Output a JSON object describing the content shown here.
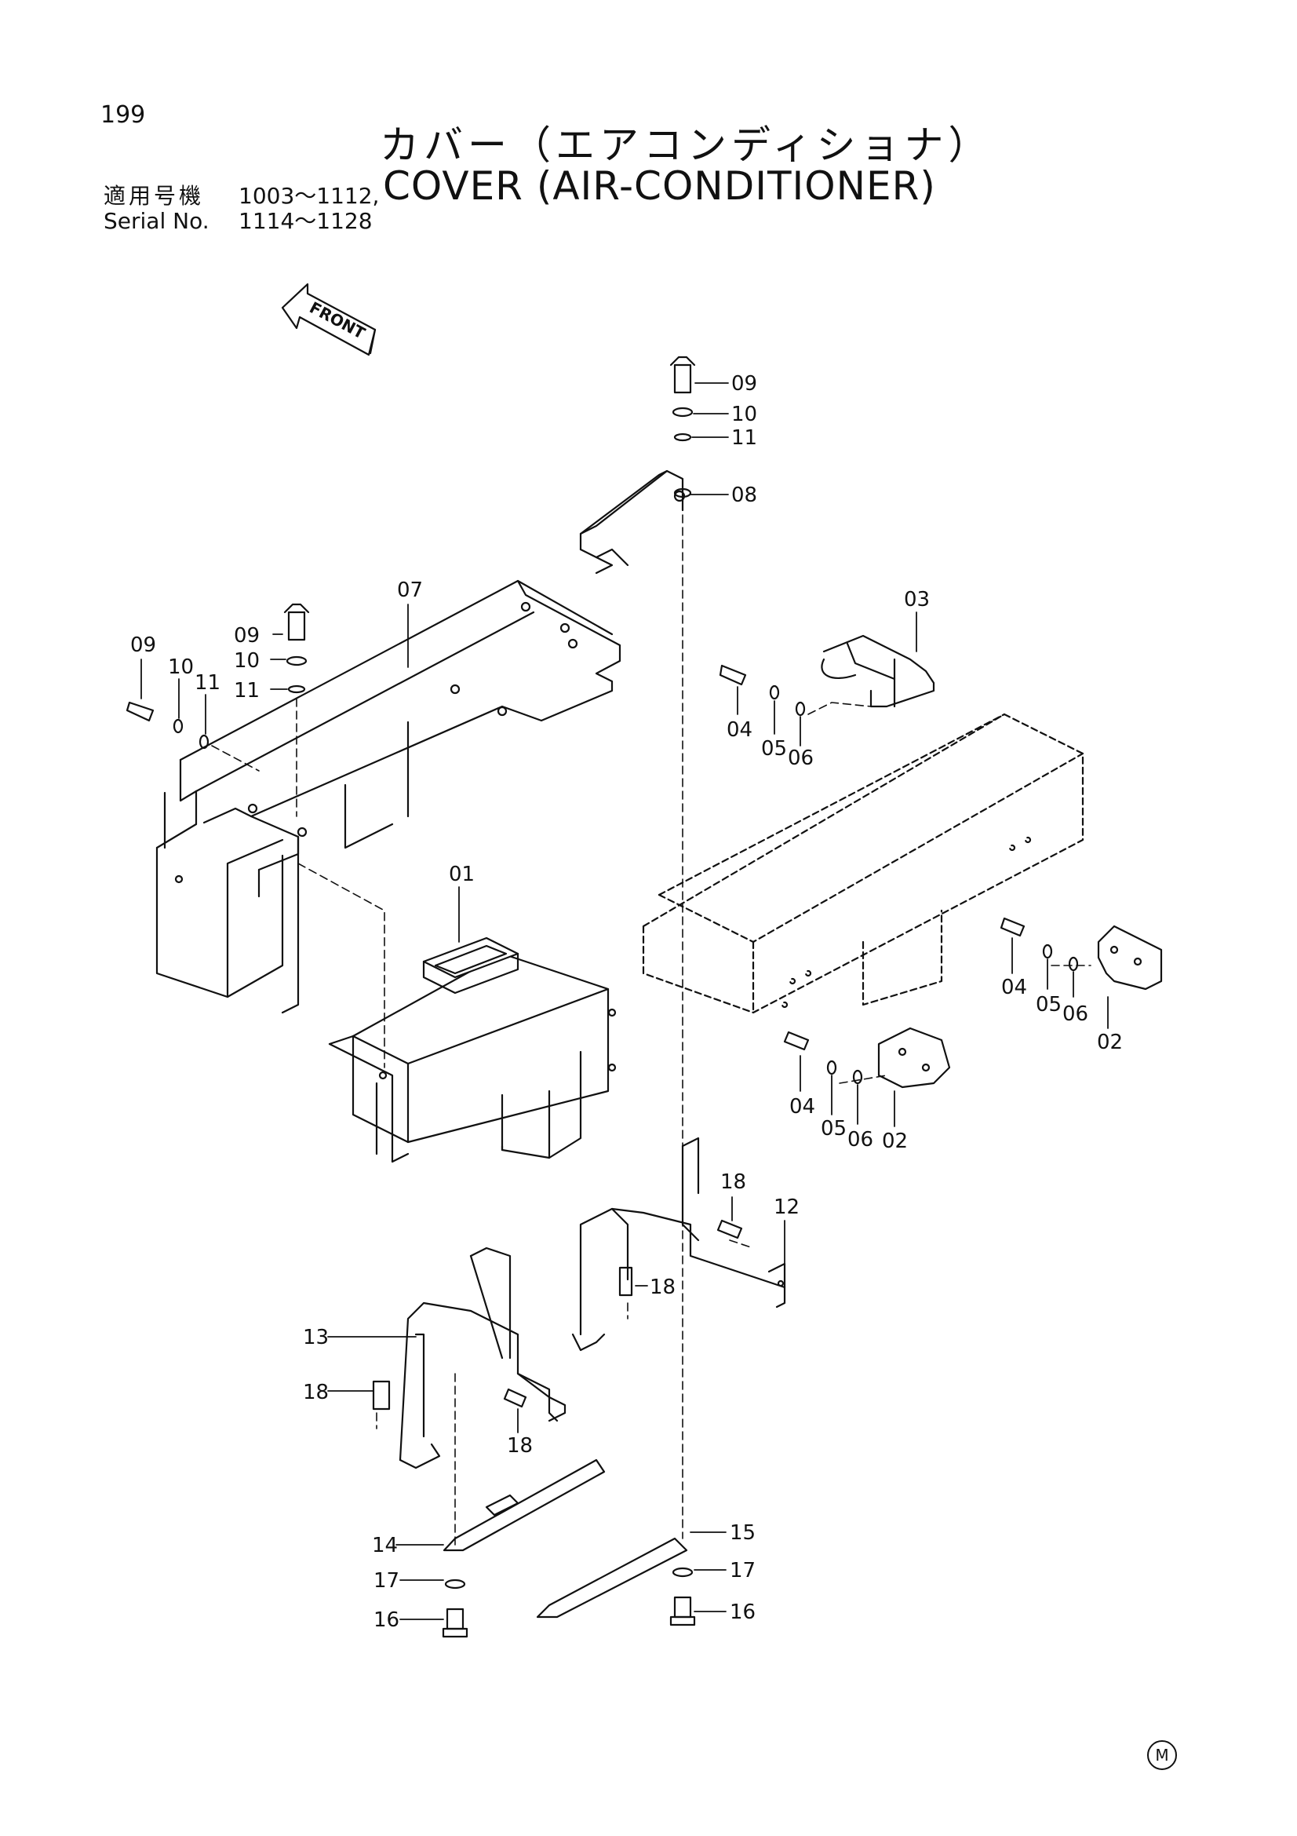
{
  "header": {
    "page_number": "199",
    "title_jp": "カバー（エアコンディショナ）",
    "title_en": "COVER (AIR-CONDITIONER)",
    "serial_jp_label": "適用号機",
    "serial_jp_range": "1003～1112,",
    "serial_en_label": "Serial No.",
    "serial_en_range": "1114～1128"
  },
  "front_arrow_label": "FRONT",
  "part_callouts": [
    "09",
    "10",
    "11",
    "08",
    "07",
    "09",
    "10",
    "11",
    "09",
    "10",
    "11",
    "03",
    "04",
    "05",
    "06",
    "01",
    "04",
    "05",
    "06",
    "02",
    "04",
    "05",
    "06",
    "02",
    "18",
    "12",
    "18",
    "13",
    "18",
    "18",
    "14",
    "15",
    "17",
    "17",
    "16",
    "16"
  ],
  "corner_marker": "M"
}
